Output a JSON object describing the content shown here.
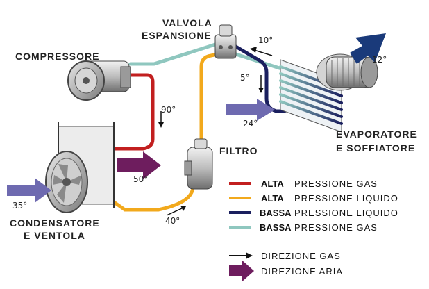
{
  "labels": {
    "valve_line1": "VALVOLA",
    "valve_line2": "ESPANSIONE",
    "compressor": "COMPRESSORE",
    "filter": "FILTRO",
    "evaporator_line1": "EVAPORATORE",
    "evaporator_line2": "E SOFFIATORE",
    "condenser_line1": "CONDENSATORE",
    "condenser_line2": "E VENTOLA"
  },
  "temperatures": {
    "t10": "10°",
    "t12": "12°",
    "t5": "5°",
    "t24": "24°",
    "t90": "90°",
    "t50": "50°",
    "t35": "35°",
    "t40": "40°"
  },
  "legend": {
    "items": [
      {
        "bold": "ALTA",
        "text": "PRESSIONE GAS",
        "color": "#c21f1f"
      },
      {
        "bold": "ALTA",
        "text": "PRESSIONE LIQUIDO",
        "color": "#f2a91c"
      },
      {
        "bold": "BASSA",
        "text": "PRESSIONE LIQUIDO",
        "color": "#1a1f5e"
      },
      {
        "bold": "BASSA",
        "text": "PRESSIONE GAS",
        "color": "#8fc7bf"
      }
    ],
    "gas_direction": "DIREZIONE GAS",
    "air_direction": "DIREZIONE ARIA"
  },
  "colors": {
    "high_gas": "#c21f1f",
    "high_liquid": "#f2a91c",
    "low_liquid": "#1a1f5e",
    "low_gas": "#8fc7bf",
    "air_arrow": "#6e1d5e",
    "evaporator_out_arrow": "#1a3a7a"
  }
}
